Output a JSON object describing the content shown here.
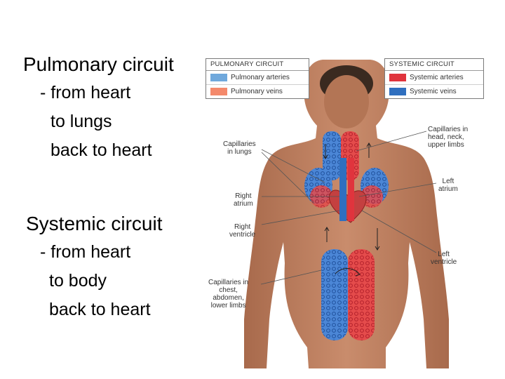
{
  "text": {
    "pulmonary_heading": "Pulmonary circuit",
    "pulmonary_lines": [
      "- from heart",
      "to lungs",
      "back to heart"
    ],
    "systemic_heading": "Systemic circuit",
    "systemic_lines": [
      "- from heart",
      "to body",
      "back to heart"
    ]
  },
  "legend": {
    "pulmonary": {
      "title": "PULMONARY CIRCUIT",
      "items": [
        {
          "label": "Pulmonary arteries",
          "color": "#6fa8dc"
        },
        {
          "label": "Pulmonary veins",
          "color": "#f4896b"
        }
      ]
    },
    "systemic": {
      "title": "SYSTEMIC CIRCUIT",
      "items": [
        {
          "label": "Systemic arteries",
          "color": "#e0343d"
        },
        {
          "label": "Systemic veins",
          "color": "#2f6fbf"
        }
      ]
    }
  },
  "labels": {
    "capillaries_lungs": "Capillaries\nin lungs",
    "right_atrium": "Right\natrium",
    "right_ventricle": "Right\nventricle",
    "capillaries_chest": "Capillaries in\nchest,\nabdomen,\nlower limbs",
    "capillaries_head": "Capillaries in\nhead, neck,\nupper limbs",
    "left_atrium": "Left\natrium",
    "left_ventricle": "Left\nventricle"
  }
}
